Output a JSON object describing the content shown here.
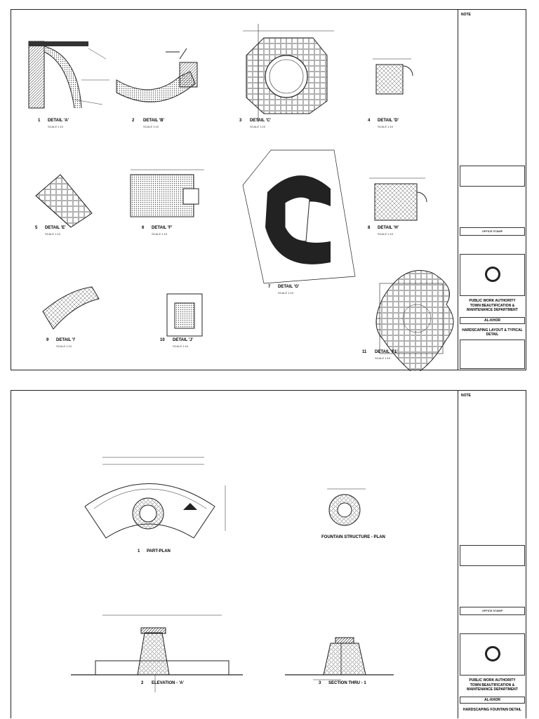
{
  "sheet1": {
    "details": [
      {
        "num": "1",
        "title": "DETAIL 'A'",
        "scale": "SCALE 1:10"
      },
      {
        "num": "2",
        "title": "DETAIL 'B'",
        "scale": "SCALE 1:10"
      },
      {
        "num": "3",
        "title": "DETAIL 'C'",
        "scale": "SCALE 1:10"
      },
      {
        "num": "4",
        "title": "DETAIL 'D'",
        "scale": "SCALE 1:10"
      },
      {
        "num": "5",
        "title": "DETAIL 'E'",
        "scale": "SCALE 1:10"
      },
      {
        "num": "6",
        "title": "DETAIL 'F'",
        "scale": "SCALE 1:10"
      },
      {
        "num": "7",
        "title": "DETAIL 'G'",
        "scale": "SCALE 1:10"
      },
      {
        "num": "8",
        "title": "DETAIL 'H'",
        "scale": "SCALE 1:10"
      },
      {
        "num": "9",
        "title": "DETAIL 'I'",
        "scale": "SCALE 1:10"
      },
      {
        "num": "10",
        "title": "DETAIL 'J'",
        "scale": "SCALE 1:10"
      },
      {
        "num": "11",
        "title": "DETAIL 'F1'",
        "scale": "SCALE 1:10"
      }
    ],
    "title_block": {
      "notes_header": "NOTE",
      "office_use": "OFFICE STAMP",
      "authority": "PUBLIC WORK AUTHORITY",
      "department": "TOWN BEAUTIFICATION & MAINTENANCE DEPARTMENT",
      "location": "AL-KHOR",
      "drawing_title": "HARDSCAPING LAYOUT & TYPICAL DETAIL"
    }
  },
  "sheet2": {
    "views": [
      {
        "num": "1",
        "title": "PART-PLAN"
      },
      {
        "num": "",
        "title": "FOUNTAIN STRUCTURE - PLAN"
      },
      {
        "num": "2",
        "title": "ELEVATION - 'A'"
      },
      {
        "num": "3",
        "title": "SECTION THRU - 1"
      }
    ],
    "title_block": {
      "notes_header": "NOTE",
      "office_use": "OFFICE STAMP",
      "authority": "PUBLIC WORK AUTHORITY",
      "department": "TOWN BEAUTIFICATION & MAINTENANCE DEPARTMENT",
      "location": "AL-KHOR",
      "drawing_title": "HARDSCAPING FOUNTAIN DETAIL"
    }
  }
}
